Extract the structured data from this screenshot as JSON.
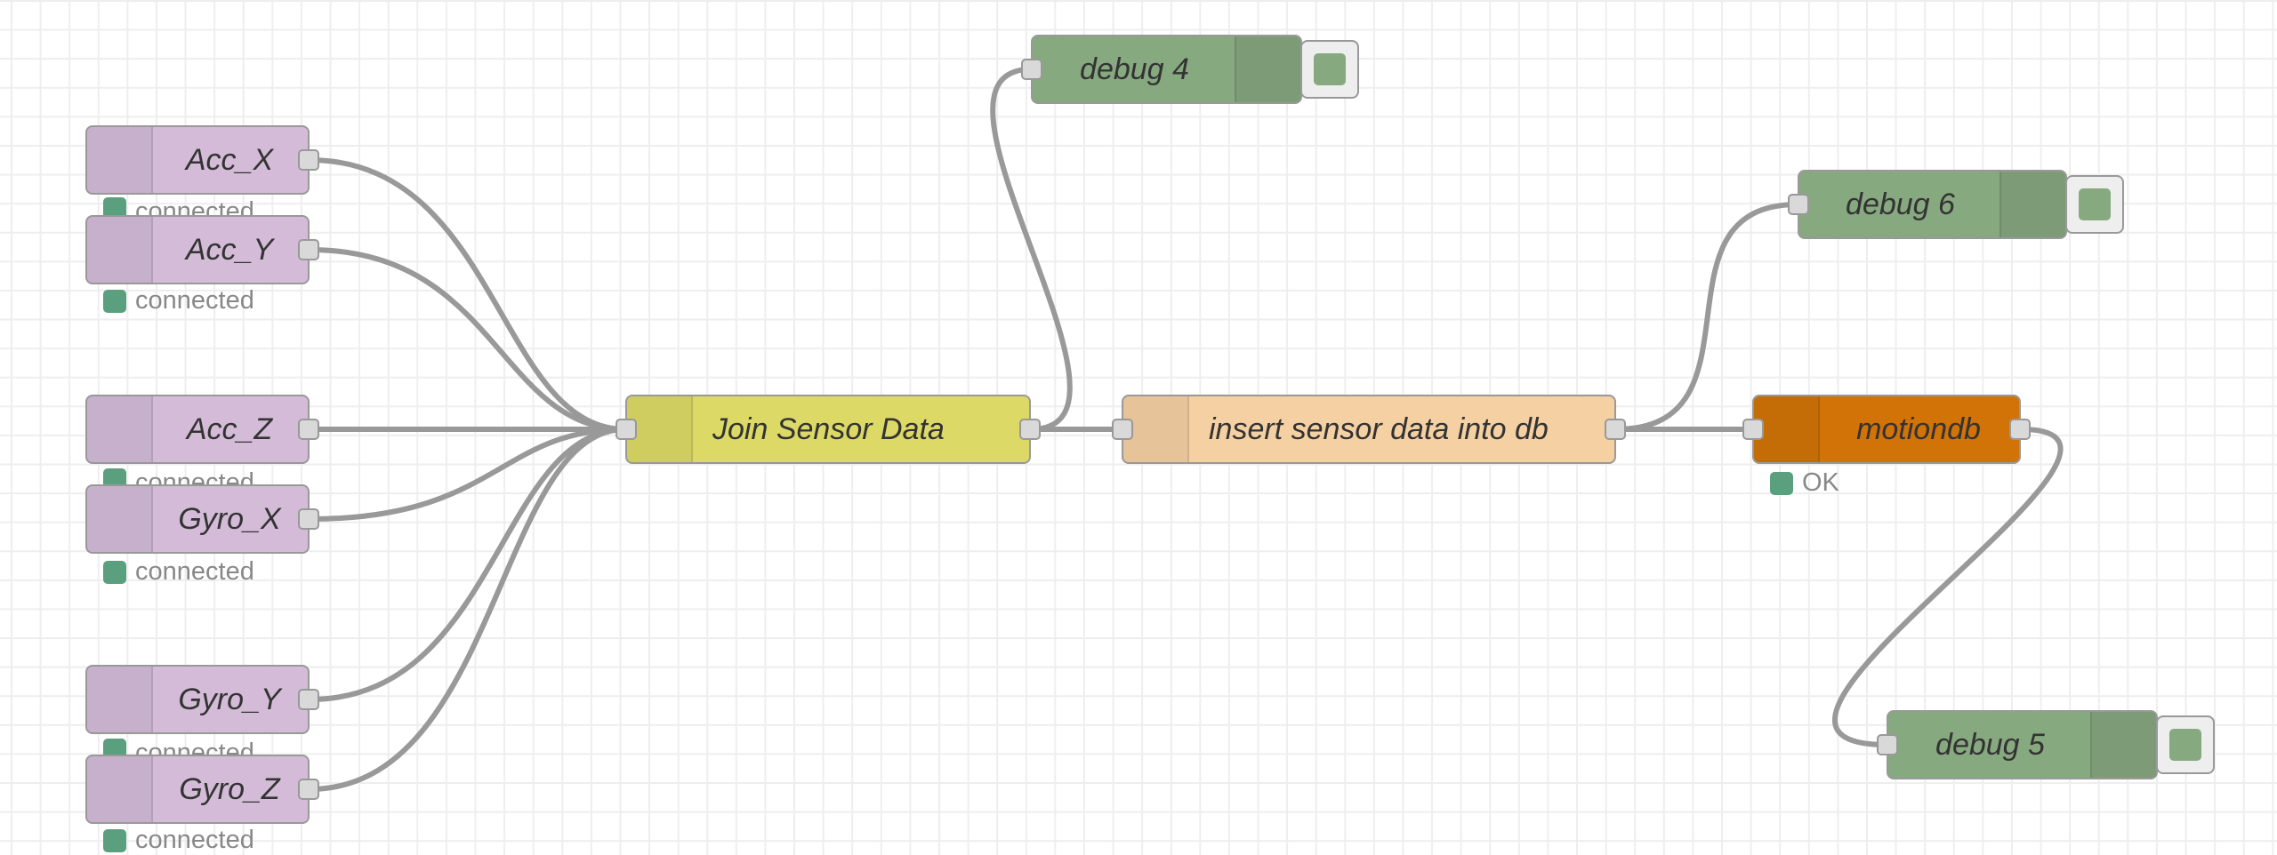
{
  "flow": {
    "inputs": [
      {
        "id": "acc_x",
        "label": "Acc_X",
        "status": "connected"
      },
      {
        "id": "acc_y",
        "label": "Acc_Y",
        "status": "connected"
      },
      {
        "id": "acc_z",
        "label": "Acc_Z",
        "status": "connected"
      },
      {
        "id": "gyro_x",
        "label": "Gyro_X",
        "status": "connected"
      },
      {
        "id": "gyro_y",
        "label": "Gyro_Y",
        "status": "connected"
      },
      {
        "id": "gyro_z",
        "label": "Gyro_Z",
        "status": "connected"
      }
    ],
    "join": {
      "label": "Join Sensor Data"
    },
    "insert": {
      "label": "insert sensor data into db"
    },
    "db": {
      "label": "motiondb",
      "status": "OK"
    },
    "debugs": {
      "debug4": {
        "label": "debug 4"
      },
      "debug5": {
        "label": "debug 5"
      },
      "debug6": {
        "label": "debug 6"
      }
    }
  },
  "colors": {
    "inject": "#d4bcd8",
    "join": "#dcd967",
    "function": "#f5d0a3",
    "database": "#d17307",
    "debug": "#87a980",
    "wire": "#999999",
    "status_ok": "#5aa07e"
  }
}
